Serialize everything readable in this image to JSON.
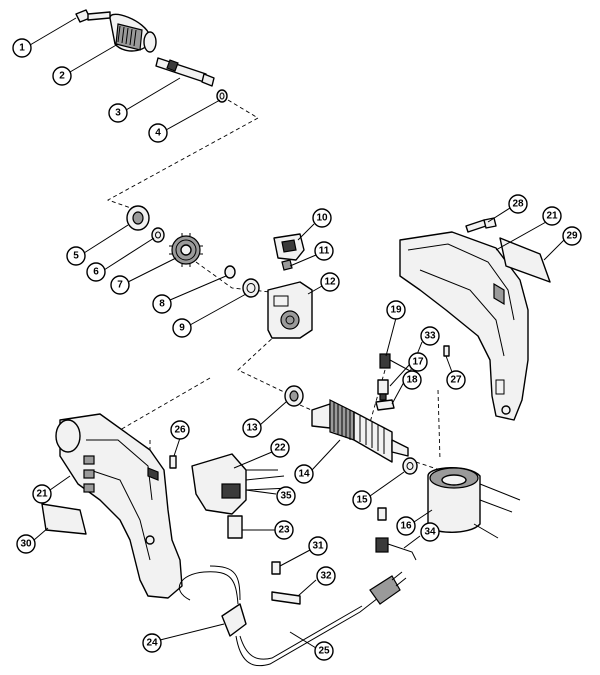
{
  "diagram": {
    "callouts": [
      "1",
      "2",
      "3",
      "4",
      "5",
      "6",
      "7",
      "8",
      "9",
      "10",
      "11",
      "12",
      "13",
      "14",
      "15",
      "16",
      "17",
      "18",
      "19",
      "21",
      "21",
      "22",
      "23",
      "24",
      "25",
      "26",
      "27",
      "28",
      "29",
      "30",
      "31",
      "32",
      "33",
      "34",
      "35"
    ]
  }
}
